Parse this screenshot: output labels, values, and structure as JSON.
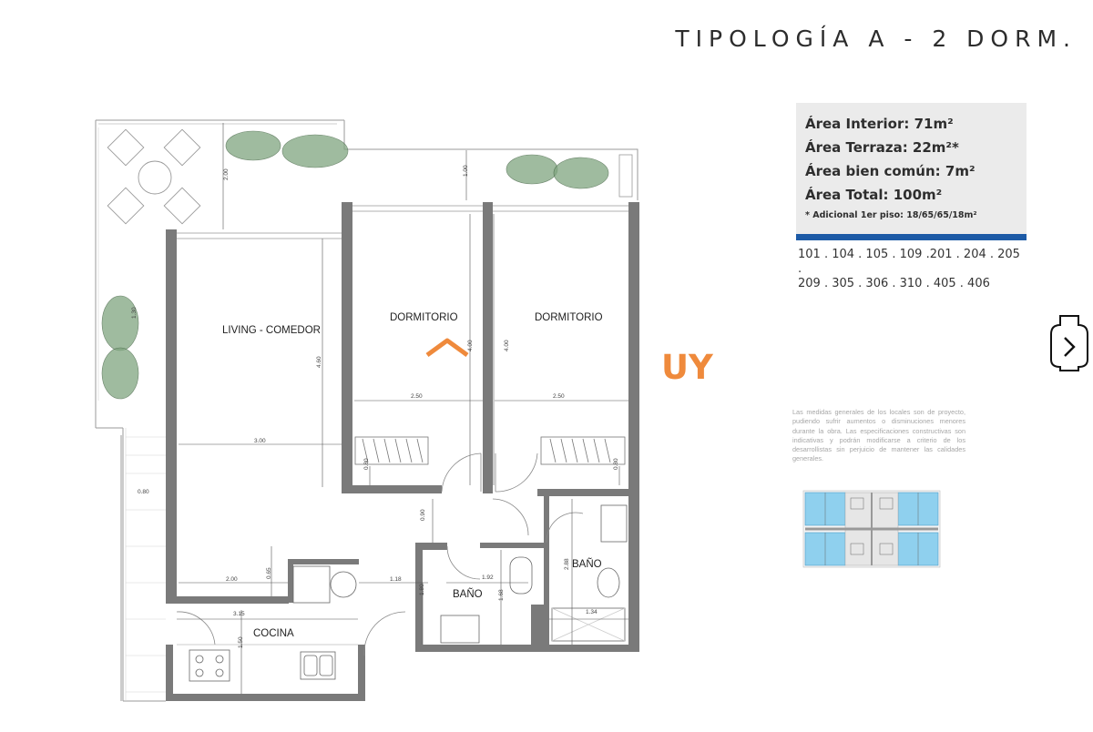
{
  "header": {
    "title": "TIPOLOGÍA A - 2 DORM."
  },
  "areas": {
    "interior": "Área Interior: 71m²",
    "terraza": "Área Terraza: 22m²*",
    "bien_comun": "Área bien común: 7m²",
    "total": "Área Total: 100m²",
    "note": "* Adicional 1er piso: 18/65/65/18m²"
  },
  "units": {
    "line1": "101 . 104 . 105 . 109 .201 . 204 . 205 .",
    "line2": "209 . 305 . 306 . 310 . 405 . 406"
  },
  "disclaimer": "Las medidas generales de los locales son de proyecto, pudiendo sufrir aumentos o disminuciones menores durante la obra. Las especificaciones constructivas son indicativas y podrán modificarse a criterio de los desarrollistas sin perjuicio de mantener las calidades generales.",
  "watermark": {
    "suffix": "UY"
  },
  "rooms": {
    "living": "LIVING - COMEDOR",
    "dorm1": "DORMITORIO",
    "dorm2": "DORMITORIO",
    "cocina": "COCINA",
    "bano1": "BAÑO",
    "bano2": "BAÑO"
  },
  "dimensions": {
    "d200_terrace": "2.00",
    "d100_terrace": "1.00",
    "d460": "4.60",
    "d300": "3.00",
    "d250a": "2.50",
    "d250b": "2.50",
    "d400a": "4.00",
    "d400b": "4.00",
    "d080_left": "0.80",
    "d080_dorm1": "0.80",
    "d080_dorm2": "0.80",
    "d090": "0.90",
    "d200_living": "2.00",
    "d065": "0.65",
    "d118": "1.18",
    "d180": "1.80",
    "d192": "1.92",
    "d168": "1.68",
    "d288": "2.88",
    "d134": "1.34",
    "d315": "3.15",
    "d150": "1.50",
    "d130": "1.30"
  },
  "icons": {
    "next": "chevron-right-icon",
    "logo": "house-roof-icon"
  },
  "colors": {
    "accent": "#1c5aa6",
    "watermark": "#ef8a3c",
    "wall": "#7a7a7a",
    "keyplan": "#8fd0ee"
  }
}
